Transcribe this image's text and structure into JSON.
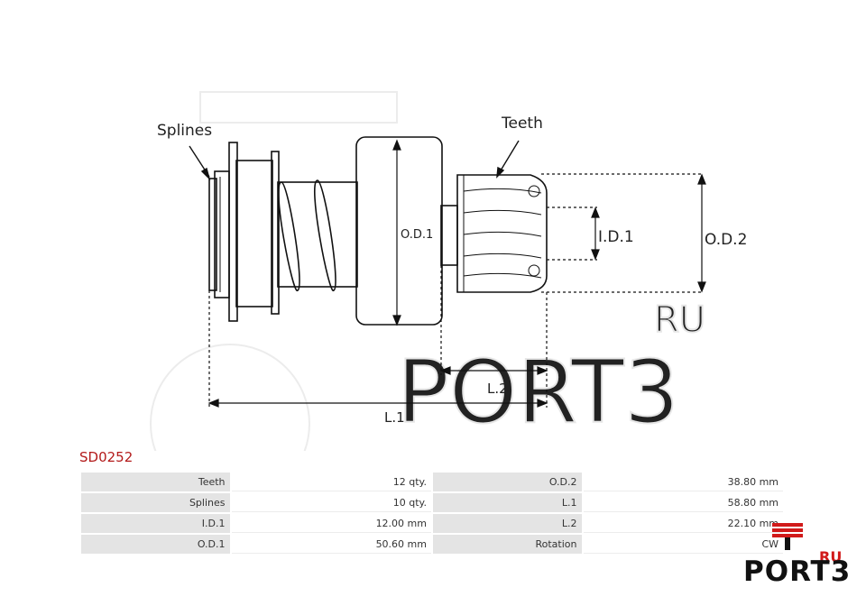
{
  "diagram": {
    "labels": {
      "splines": "Splines",
      "teeth": "Teeth",
      "od1": "O.D.1",
      "id1": "I.D.1",
      "od2": "O.D.2",
      "l1": "L.1",
      "l2": "L.2"
    },
    "watermark": {
      "ru": "RU",
      "text": "PORT3"
    }
  },
  "part": {
    "code": "SD0252"
  },
  "specs": {
    "rows": [
      {
        "label1": "Teeth",
        "value1": "12 qty.",
        "label2": "O.D.2",
        "value2": "38.80 mm"
      },
      {
        "label1": "Splines",
        "value1": "10 qty.",
        "label2": "L.1",
        "value2": "58.80 mm"
      },
      {
        "label1": "I.D.1",
        "value1": "12.00 mm",
        "label2": "L.2",
        "value2": "22.10 mm"
      },
      {
        "label1": "O.D.1",
        "value1": "50.60 mm",
        "label2": "Rotation",
        "value2": "CW"
      }
    ]
  },
  "logo": {
    "ru": "RU",
    "text": "PORT3",
    "accent": "#d11a1a"
  }
}
